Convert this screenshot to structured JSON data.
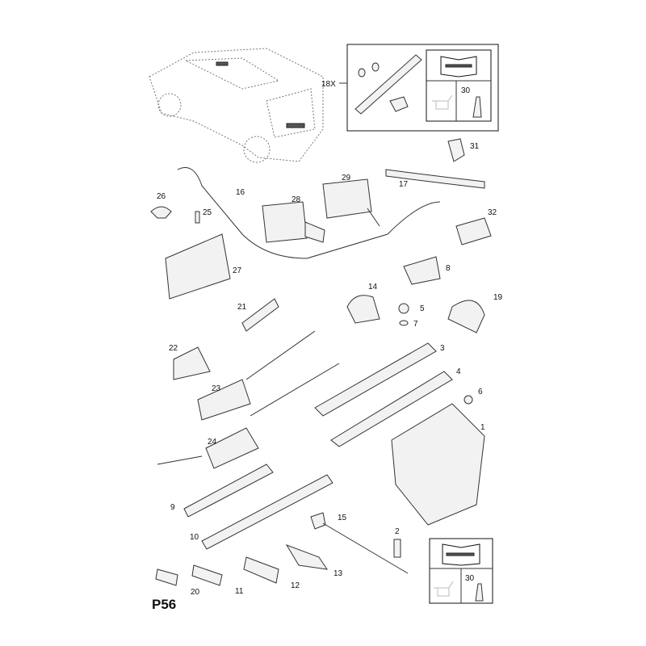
{
  "diagram": {
    "code": "P56",
    "labels": [
      "18X",
      "17",
      "31",
      "16",
      "29",
      "26",
      "28",
      "25",
      "32",
      "27",
      "8",
      "14",
      "19",
      "21",
      "5",
      "7",
      "22",
      "3",
      "4",
      "6",
      "23",
      "1",
      "24",
      "9",
      "15",
      "2",
      "10",
      "13",
      "20",
      "11",
      "12"
    ],
    "kit_box_top": {
      "torque_ref": "30"
    },
    "kit_box_bottom": {
      "torque_ref": "30"
    }
  }
}
